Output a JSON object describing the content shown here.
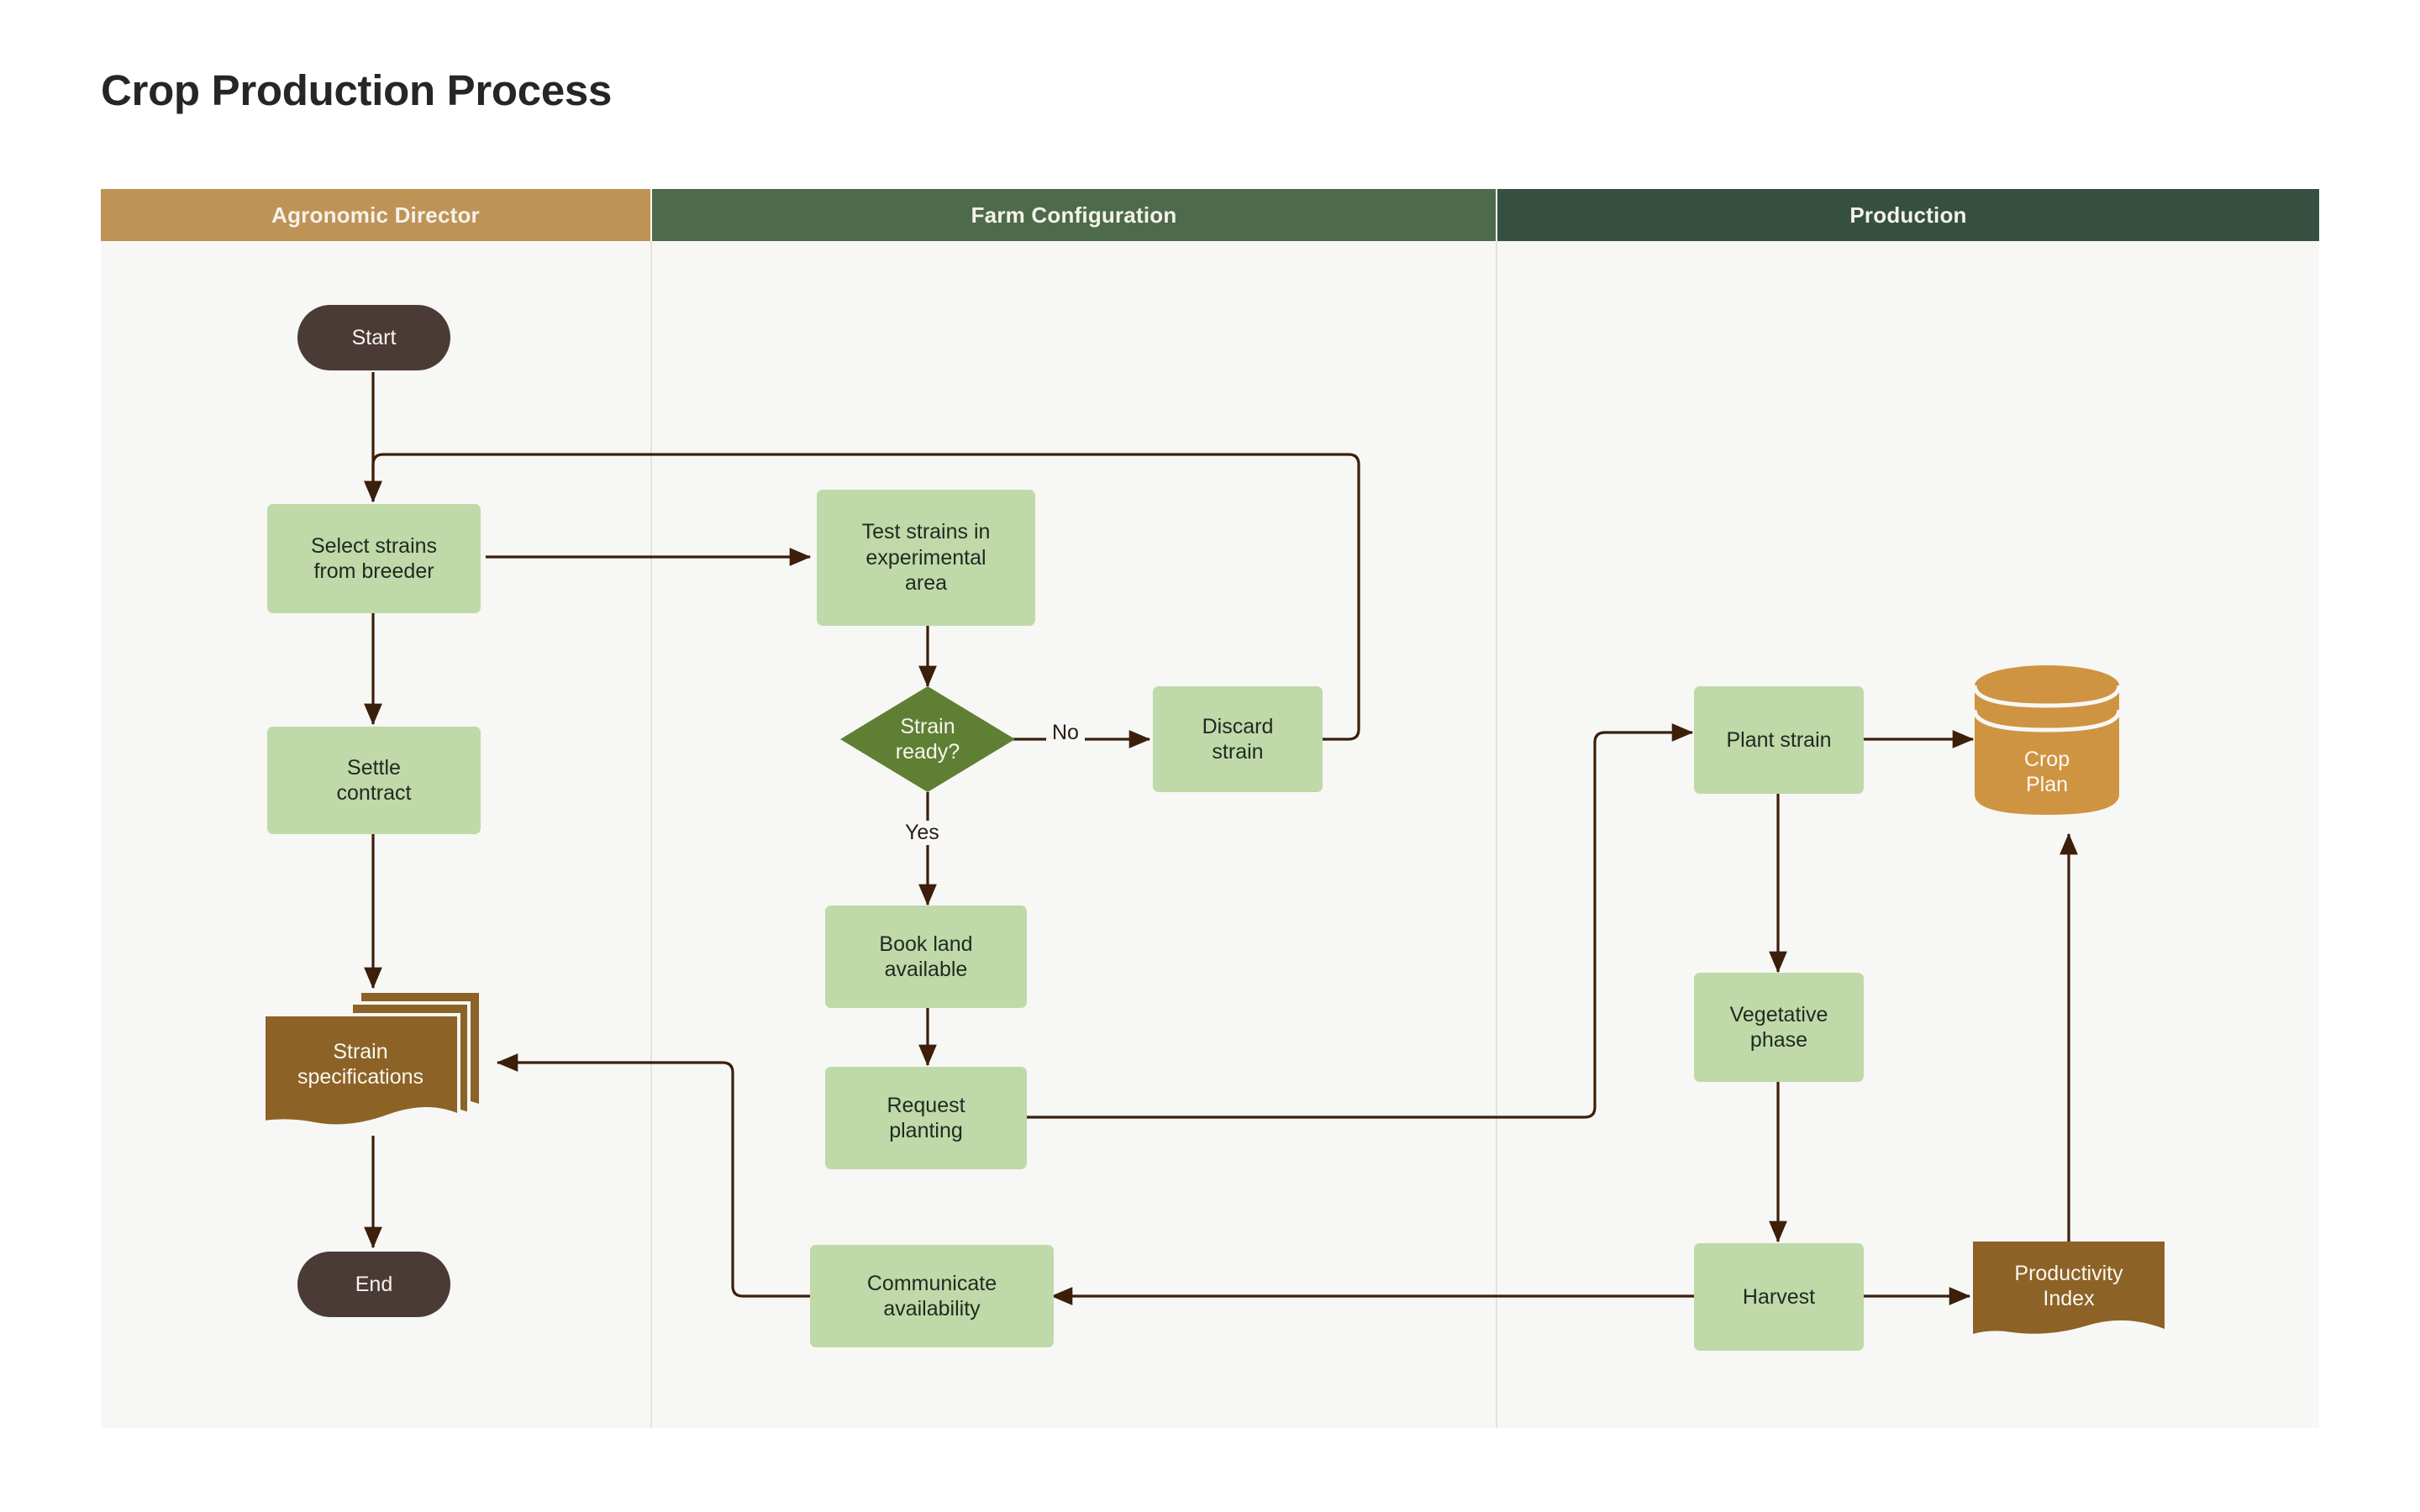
{
  "title": "Crop Production Process",
  "theme": {
    "page_background": "#ffffff",
    "lane_background": "#f7f7f5",
    "process_fill": "#bfd9a8",
    "decision_fill": "#5f8034",
    "terminal_fill": "#4a3b36",
    "document_fill": "#8c6226",
    "database_fill": "#cf9441",
    "connector_color": "#3b1f0b",
    "lane_header_text": "#f4f3ea"
  },
  "lanes": [
    {
      "id": "agronomic-director",
      "label": "Agronomic Director",
      "color": "#bf9256"
    },
    {
      "id": "farm-configuration",
      "label": "Farm Configuration",
      "color": "#4d6a4a"
    },
    {
      "id": "production",
      "label": "Production",
      "color": "#355040"
    }
  ],
  "nodes": [
    {
      "id": "start",
      "lane": "agronomic-director",
      "type": "terminal",
      "label": "Start"
    },
    {
      "id": "select-strains",
      "lane": "agronomic-director",
      "type": "process",
      "label": "Select strains\nfrom breeder"
    },
    {
      "id": "settle-contract",
      "lane": "agronomic-director",
      "type": "process",
      "label": "Settle\ncontract"
    },
    {
      "id": "strain-specifications",
      "lane": "agronomic-director",
      "type": "multidocument",
      "label": "Strain\nspecifications"
    },
    {
      "id": "end",
      "lane": "agronomic-director",
      "type": "terminal",
      "label": "End"
    },
    {
      "id": "test-strains",
      "lane": "farm-configuration",
      "type": "process",
      "label": "Test strains in\nexperimental\narea"
    },
    {
      "id": "strain-ready",
      "lane": "farm-configuration",
      "type": "decision",
      "label": "Strain\nready?"
    },
    {
      "id": "discard-strain",
      "lane": "farm-configuration",
      "type": "process",
      "label": "Discard\nstrain"
    },
    {
      "id": "book-land",
      "lane": "farm-configuration",
      "type": "process",
      "label": "Book land\navailable"
    },
    {
      "id": "request-planting",
      "lane": "farm-configuration",
      "type": "process",
      "label": "Request\nplanting"
    },
    {
      "id": "communicate-availability",
      "lane": "farm-configuration",
      "type": "process",
      "label": "Communicate\navailability"
    },
    {
      "id": "plant-strain",
      "lane": "production",
      "type": "process",
      "label": "Plant strain"
    },
    {
      "id": "vegetative-phase",
      "lane": "production",
      "type": "process",
      "label": "Vegetative\nphase"
    },
    {
      "id": "harvest",
      "lane": "production",
      "type": "process",
      "label": "Harvest"
    },
    {
      "id": "crop-plan",
      "lane": "production",
      "type": "database",
      "label": "Crop\nPlan"
    },
    {
      "id": "productivity-index",
      "lane": "production",
      "type": "document",
      "label": "Productivity\nIndex"
    }
  ],
  "edges": [
    {
      "from": "start",
      "to": "select-strains",
      "label": ""
    },
    {
      "from": "select-strains",
      "to": "settle-contract",
      "label": ""
    },
    {
      "from": "select-strains",
      "to": "test-strains",
      "label": ""
    },
    {
      "from": "settle-contract",
      "to": "strain-specifications",
      "label": ""
    },
    {
      "from": "strain-specifications",
      "to": "end",
      "label": ""
    },
    {
      "from": "test-strains",
      "to": "strain-ready",
      "label": ""
    },
    {
      "from": "strain-ready",
      "to": "discard-strain",
      "label": "No"
    },
    {
      "from": "strain-ready",
      "to": "book-land",
      "label": "Yes"
    },
    {
      "from": "discard-strain",
      "to": "select-strains",
      "label": ""
    },
    {
      "from": "book-land",
      "to": "request-planting",
      "label": ""
    },
    {
      "from": "request-planting",
      "to": "plant-strain",
      "label": ""
    },
    {
      "from": "plant-strain",
      "to": "crop-plan",
      "label": ""
    },
    {
      "from": "plant-strain",
      "to": "vegetative-phase",
      "label": ""
    },
    {
      "from": "vegetative-phase",
      "to": "harvest",
      "label": ""
    },
    {
      "from": "harvest",
      "to": "productivity-index",
      "label": ""
    },
    {
      "from": "harvest",
      "to": "communicate-availability",
      "label": ""
    },
    {
      "from": "productivity-index",
      "to": "crop-plan",
      "label": ""
    },
    {
      "from": "communicate-availability",
      "to": "strain-specifications",
      "label": ""
    }
  ],
  "edge_labels": {
    "no": "No",
    "yes": "Yes"
  }
}
